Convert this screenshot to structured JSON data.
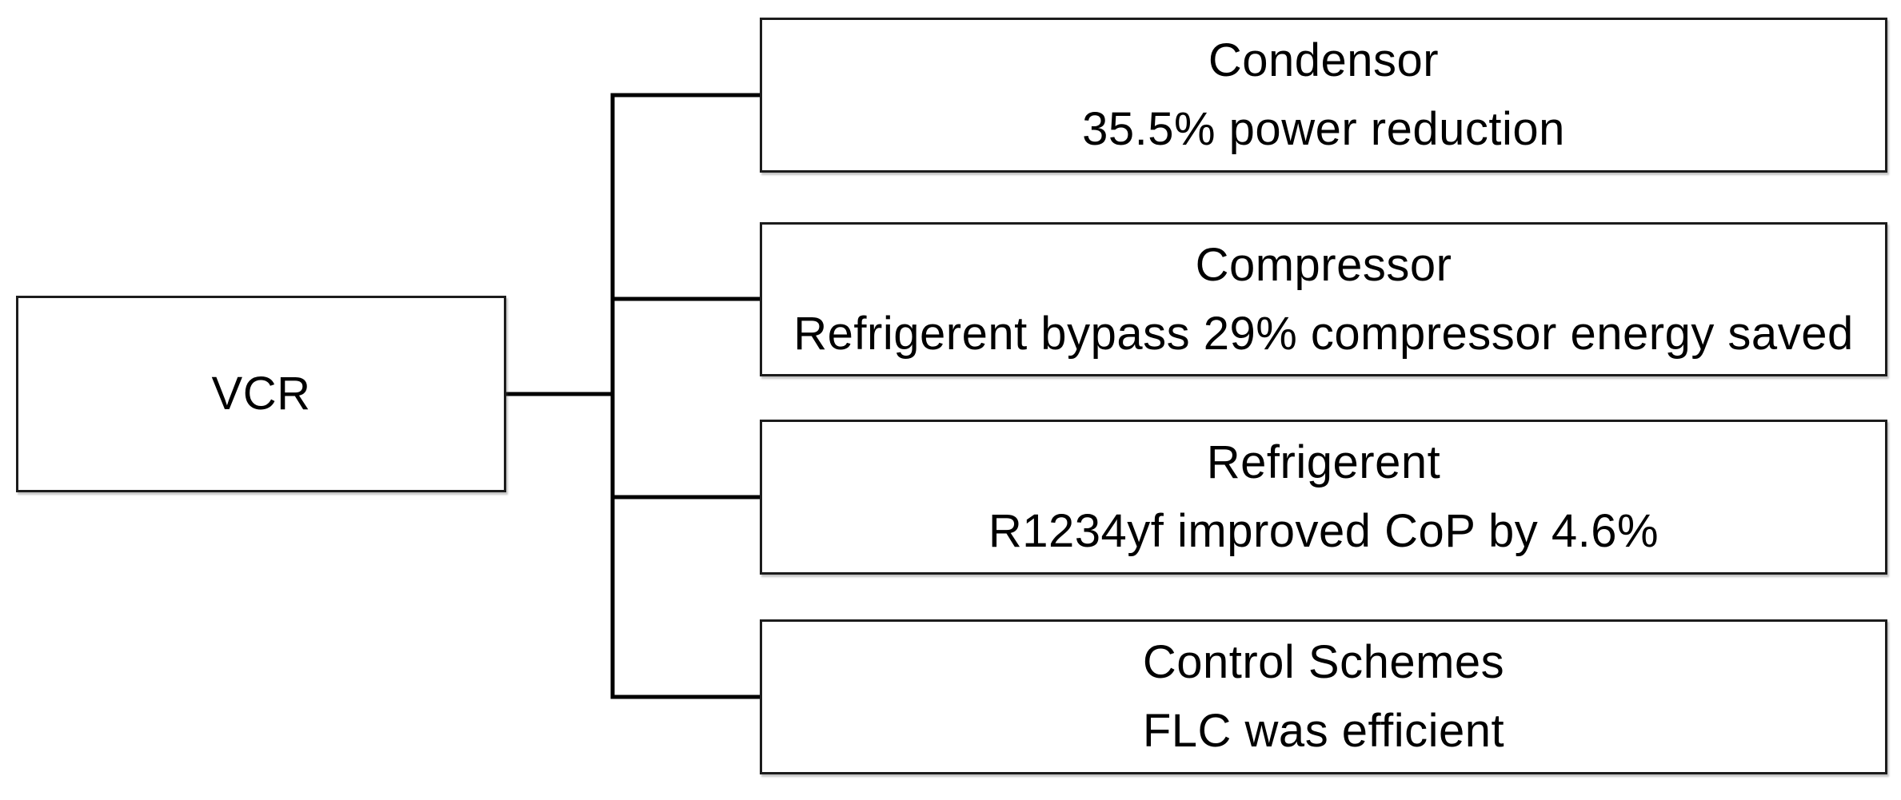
{
  "figure": {
    "type": "tree-diagram",
    "root": {
      "label": "VCR"
    },
    "nodes": [
      {
        "title": "Condensor",
        "detail": "35.5% power reduction"
      },
      {
        "title": "Compressor",
        "detail": "Refrigerent bypass 29% compressor energy saved"
      },
      {
        "title": "Refrigerent",
        "detail": "R1234yf improved CoP by 4.6%"
      },
      {
        "title": "Control Schemes",
        "detail": "FLC was efficient"
      }
    ],
    "colors": {
      "background": "#ffffff",
      "box_fill": "#ffffff",
      "box_border": "#1c1c1c",
      "connector": "#000000",
      "text": "#000000"
    }
  }
}
